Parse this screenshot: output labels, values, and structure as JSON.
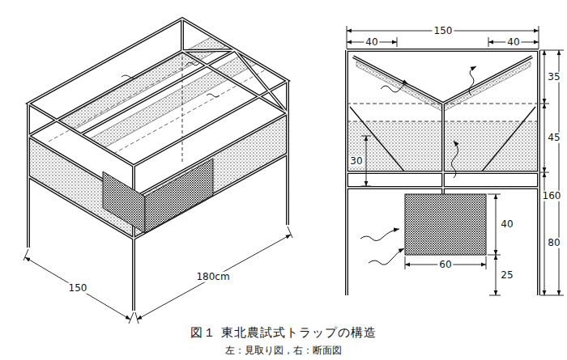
{
  "diagram": {
    "caption": "図１ 東北農試式トラップの構造",
    "labels": [
      "150",
      "180cm",
      "150",
      "40",
      "40",
      "35",
      "30",
      "45",
      "160",
      "40",
      "80",
      "60",
      "25",
      "左：見取り図，右：断面図"
    ]
  }
}
